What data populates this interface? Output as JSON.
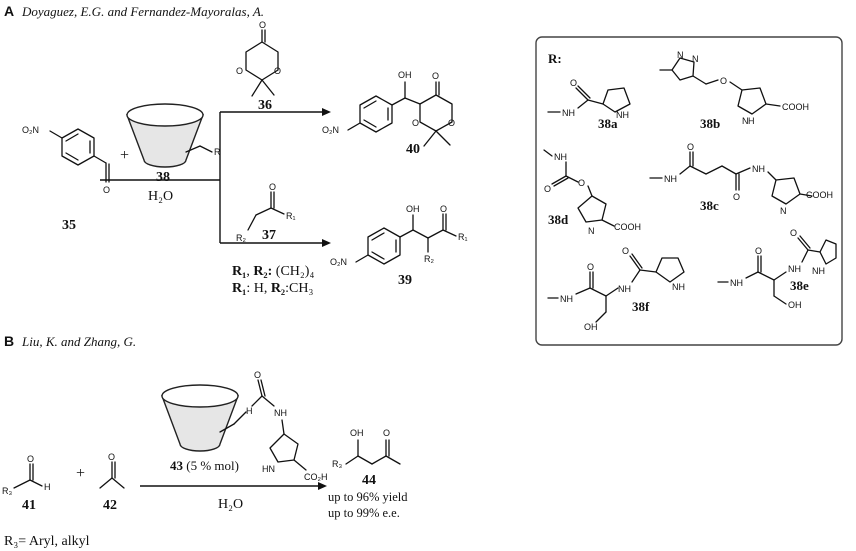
{
  "sections": {
    "a": {
      "label": "A",
      "authors": "Doyaguez, E.G. and Fernandez-Mayoralas, A."
    },
    "b": {
      "label": "B",
      "authors": "Liu, K. and Zhang, G."
    }
  },
  "a": {
    "c35": "35",
    "c38": "38",
    "c36": "36",
    "c40": "40",
    "c37": "37",
    "c39": "39",
    "plus": "+",
    "water": "H₂O",
    "r_tail": "R",
    "o2n": "O₂N",
    "O": "O",
    "OH": "OH",
    "R1": "R₁",
    "R2": "R₂",
    "cond1_a": "R₁",
    "cond1_b": ", ",
    "cond1_c": "R₂:",
    "cond1_d": " (CH₂)₄",
    "cond2_a": "R₁",
    "cond2_b": ": H, ",
    "cond2_c": "R₂",
    "cond2_d": ":CH₃"
  },
  "rbox": {
    "title": "R:",
    "l38a": "38a",
    "l38b": "38b",
    "l38c": "38c",
    "l38d": "38d",
    "l38e": "38e",
    "l38f": "38f",
    "NH": "NH",
    "N": "N",
    "H": "H",
    "O": "O",
    "OH": "OH",
    "COOH": "COOH"
  },
  "b": {
    "c43": "43",
    "c43_note": " (5 % mol)",
    "c41": "41",
    "c42": "42",
    "c44": "44",
    "plus": "+",
    "water": "H₂O",
    "R3": "R₃",
    "r3_def": "R₃= Aryl, alkyl",
    "yield": "up to 96% yield",
    "ee": "up to 99% e.e.",
    "O": "O",
    "H": "H",
    "OH": "OH",
    "NH": "NH",
    "HN": "HN",
    "CO2H": "CO₂H"
  }
}
